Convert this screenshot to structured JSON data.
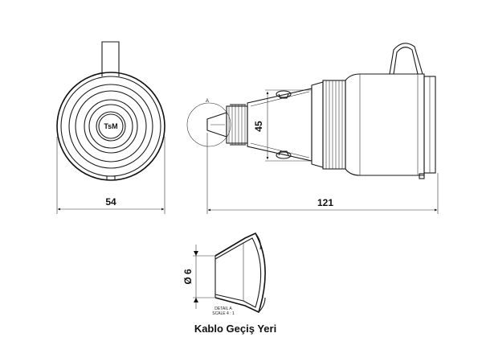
{
  "front_view": {
    "logo_text": "TsM",
    "width_dim": "54"
  },
  "side_view": {
    "length_dim": "121",
    "diameter_dim": "45",
    "detail_marker": "A"
  },
  "detail": {
    "diameter_dim": "Ø 6",
    "detail_label": "DETAIL A",
    "scale_label": "SCALE 4 : 1",
    "caption": "Kablo Geçiş Yeri"
  },
  "colors": {
    "line": "#1a1a1a",
    "background": "#ffffff"
  }
}
